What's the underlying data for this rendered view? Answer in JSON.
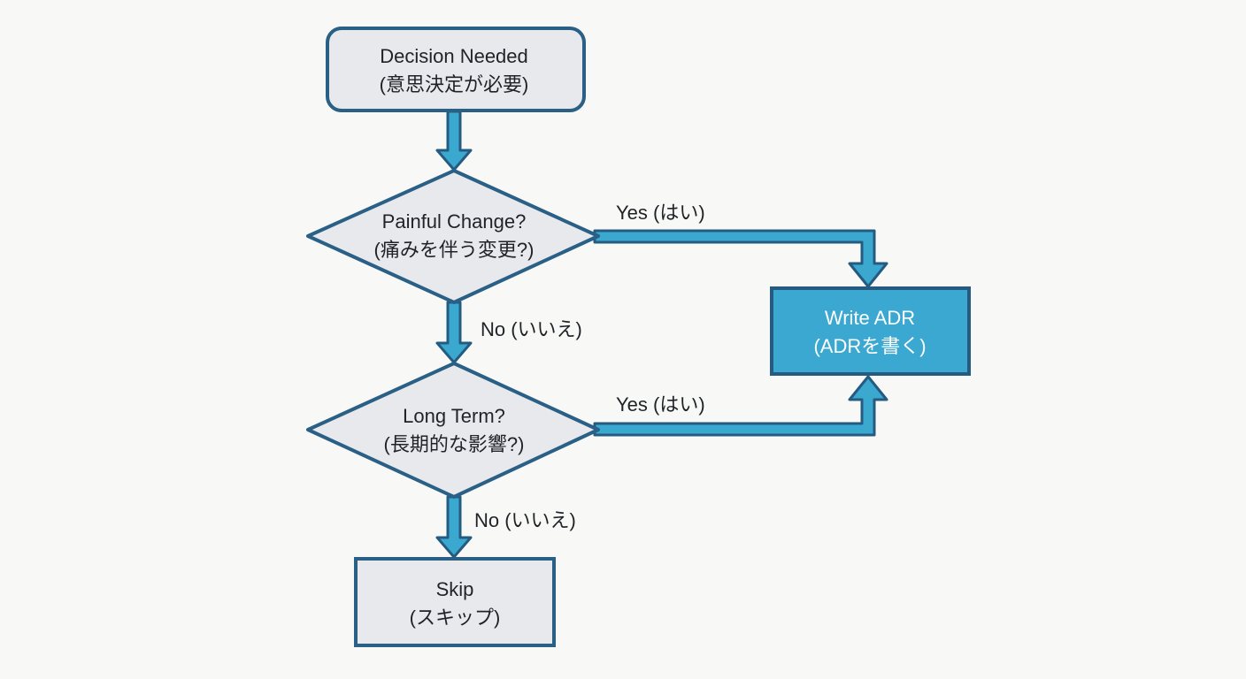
{
  "nodes": {
    "decision_needed": {
      "line1": "Decision Needed",
      "line2": "(意思決定が必要)"
    },
    "painful_change": {
      "line1": "Painful Change?",
      "line2": "(痛みを伴う変更?)"
    },
    "long_term": {
      "line1": "Long Term?",
      "line2": "(長期的な影響?)"
    },
    "write_adr": {
      "line1": "Write ADR",
      "line2": "(ADRを書く)"
    },
    "skip": {
      "line1": "Skip",
      "line2": "(スキップ)"
    }
  },
  "edges": {
    "painful_yes": "Yes (はい)",
    "painful_no": "No (いいえ)",
    "long_yes": "Yes (はい)",
    "long_no": "No (いいえ)"
  },
  "colors": {
    "node_fill": "#e8e9ec",
    "node_stroke": "#2a5f86",
    "arrow_fill": "#3aa8cf",
    "arrow_stroke": "#255b80",
    "accent_fill": "#3aa8d1",
    "text": "#1f2328"
  }
}
